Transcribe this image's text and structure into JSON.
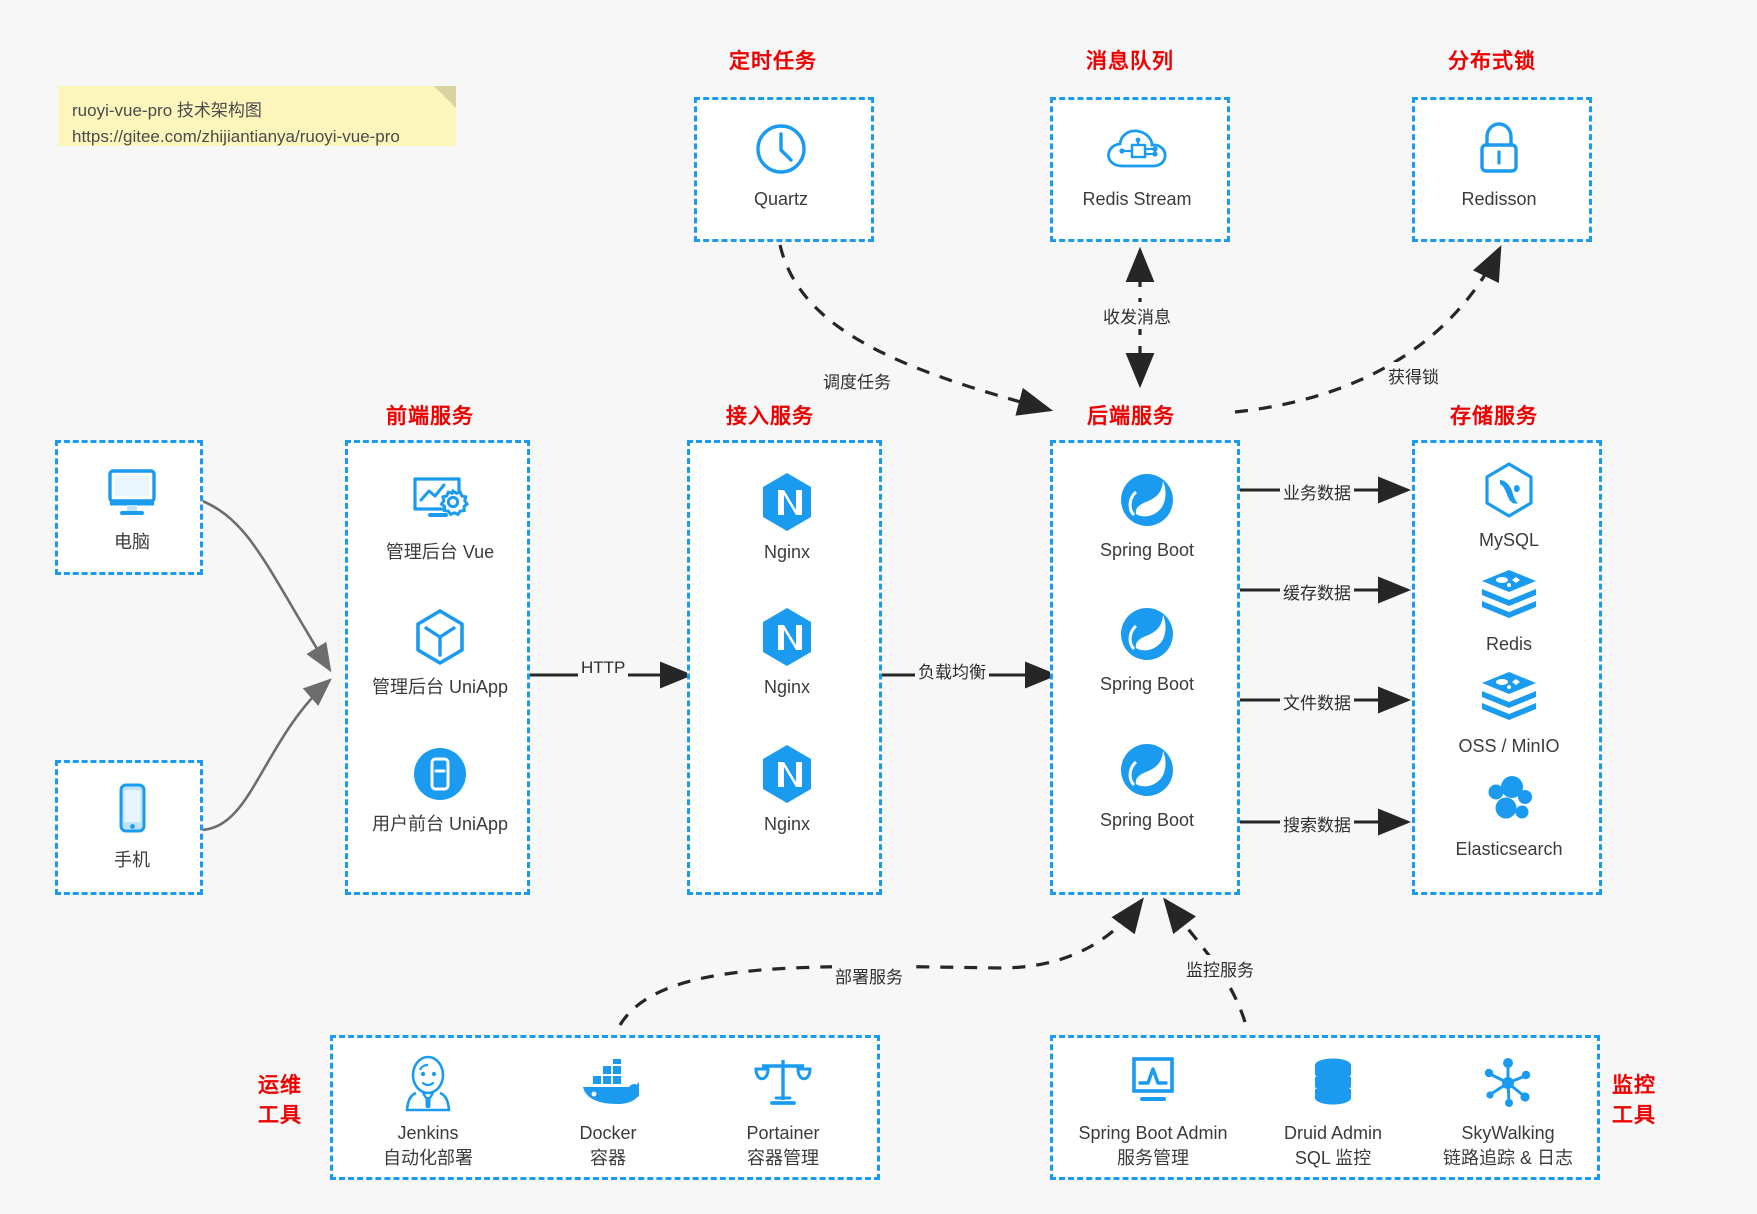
{
  "note": {
    "line1": "ruoyi-vue-pro 技术架构图",
    "line2": "https://gitee.com/zhijiantianya/ruoyi-vue-pro"
  },
  "colors": {
    "accent_blue": "#1a9bf0",
    "title_red": "#ee0000",
    "arrow_gray": "#6d6d6d",
    "arrow_black": "#262626",
    "note_yellow": "#fcf6bd",
    "background": "#f7f7f7"
  },
  "groups": {
    "scheduled_task": "定时任务",
    "message_queue": "消息队列",
    "distributed_lock": "分布式锁",
    "frontend_service": "前端服务",
    "gateway_service": "接入服务",
    "backend_service": "后端服务",
    "storage_service": "存储服务",
    "devops_tools": "运维\n工具",
    "devops_tools_l1": "运维",
    "devops_tools_l2": "工具",
    "monitor_tools_l1": "监控",
    "monitor_tools_l2": "工具"
  },
  "clients": [
    {
      "label": "电脑",
      "icon": "monitor-icon"
    },
    {
      "label": "手机",
      "icon": "phone-icon"
    }
  ],
  "scheduled_task": [
    {
      "label": "Quartz",
      "icon": "clock-icon"
    }
  ],
  "message_queue": [
    {
      "label": "Redis Stream",
      "icon": "cloud-network-icon"
    }
  ],
  "distributed_lock": [
    {
      "label": "Redisson",
      "icon": "lock-icon"
    }
  ],
  "frontend": [
    {
      "label": "管理后台 Vue",
      "icon": "dashboard-gear-icon"
    },
    {
      "label": "管理后台 UniApp",
      "icon": "cube-icon"
    },
    {
      "label": "用户前台 UniApp",
      "icon": "mobile-app-icon"
    }
  ],
  "gateway": [
    {
      "label": "Nginx",
      "icon": "nginx-icon"
    },
    {
      "label": "Nginx",
      "icon": "nginx-icon"
    },
    {
      "label": "Nginx",
      "icon": "nginx-icon"
    }
  ],
  "backend": [
    {
      "label": "Spring Boot",
      "icon": "spring-leaf-icon"
    },
    {
      "label": "Spring Boot",
      "icon": "spring-leaf-icon"
    },
    {
      "label": "Spring Boot",
      "icon": "spring-leaf-icon"
    }
  ],
  "storage": [
    {
      "label": "MySQL",
      "icon": "mysql-dolphin-icon"
    },
    {
      "label": "Redis",
      "icon": "redis-stack-icon"
    },
    {
      "label": "OSS / MinIO",
      "icon": "object-storage-icon"
    },
    {
      "label": "Elasticsearch",
      "icon": "elasticsearch-icon"
    }
  ],
  "devops": [
    {
      "name": "Jenkins",
      "desc": "自动化部署",
      "icon": "jenkins-butler-icon"
    },
    {
      "name": "Docker",
      "desc": "容器",
      "icon": "docker-whale-icon"
    },
    {
      "name": "Portainer",
      "desc": "容器管理",
      "icon": "scales-icon"
    }
  ],
  "monitor": [
    {
      "name": "Spring Boot Admin",
      "desc": "服务管理",
      "icon": "monitor-chart-icon"
    },
    {
      "name": "Druid Admin",
      "desc": "SQL 监控",
      "icon": "database-icon"
    },
    {
      "name": "SkyWalking",
      "desc": "链路追踪 & 日志",
      "icon": "skywalking-node-icon"
    }
  ],
  "edges": {
    "http": "HTTP",
    "load_balance": "负载均衡",
    "schedule_task": "调度任务",
    "send_receive_message": "收发消息",
    "acquire_lock": "获得锁",
    "business_data": "业务数据",
    "cache_data": "缓存数据",
    "file_data": "文件数据",
    "search_data": "搜索数据",
    "deploy_service": "部署服务",
    "monitor_service": "监控服务"
  }
}
